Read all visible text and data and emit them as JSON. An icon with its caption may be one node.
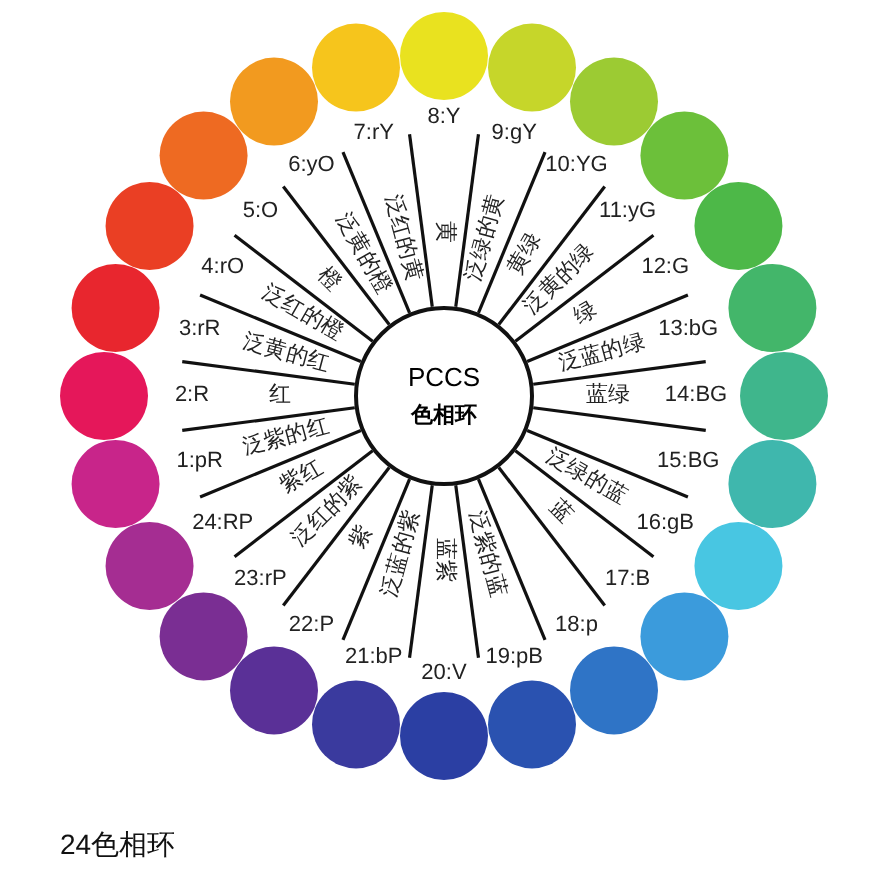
{
  "diagram": {
    "caption": "24色相环",
    "nodes": [
      {
        "text": [
          "PCCS",
          "色相环"
        ]
      }
    ],
    "labels": [
      "1:pR",
      "2:R",
      "3:rR",
      "4:rO",
      "5:O",
      "6:yO",
      "7:rY",
      "8:Y",
      "9:gY",
      "10:YG",
      "11:yG",
      "12:G",
      "13:bG",
      "14:BG",
      "15:BG",
      "16:gB",
      "17:B",
      "18:p",
      "19:pB",
      "20:V",
      "21:bP",
      "22:P",
      "23:rP",
      "24:RP",
      "泛紫的红",
      "红",
      "泛黄的红",
      "泛红的橙",
      "橙",
      "泛黄的橙",
      "泛红的黄",
      "黄",
      "泛绿的黄",
      "黄绿",
      "泛黄的绿",
      "绿",
      "泛蓝的绿",
      "蓝绿",
      "泛绿的蓝",
      "蓝",
      "泛紫的蓝",
      "蓝紫",
      "泛蓝的紫",
      "紫",
      "泛红的紫",
      "紫红"
    ]
  }
}
